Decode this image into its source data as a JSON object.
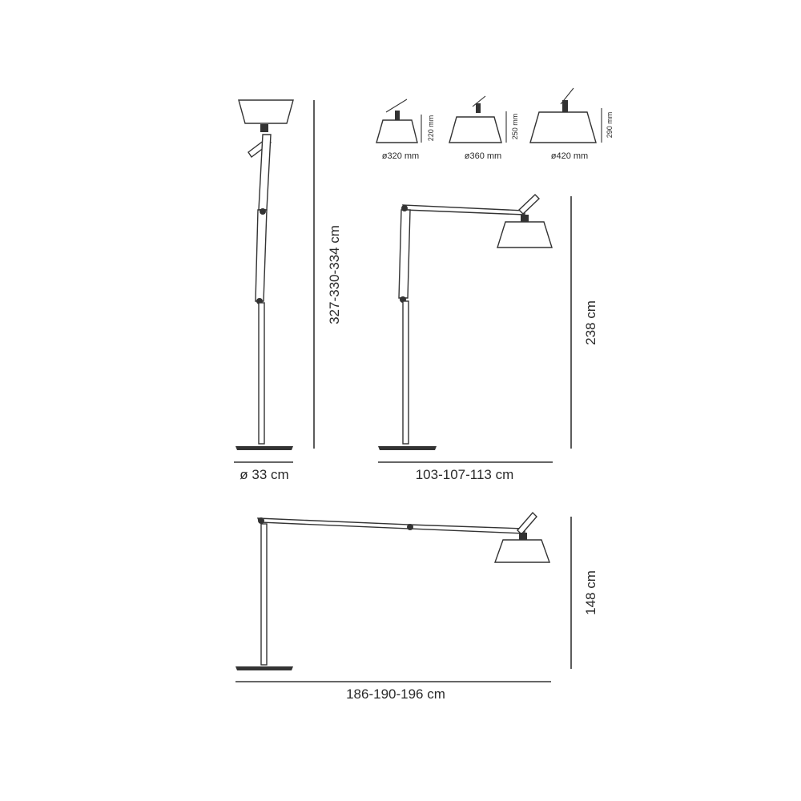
{
  "shades": [
    {
      "diameter": "ø320 mm",
      "height": "220 mm"
    },
    {
      "diameter": "ø360 mm",
      "height": "250 mm"
    },
    {
      "diameter": "ø420 mm",
      "height": "290 mm"
    }
  ],
  "upright": {
    "height": "327-330-334 cm",
    "base": "ø 33 cm"
  },
  "medium": {
    "height": "238 cm",
    "reach": "103-107-113 cm"
  },
  "extended": {
    "height": "148 cm",
    "reach": "186-190-196 cm"
  }
}
